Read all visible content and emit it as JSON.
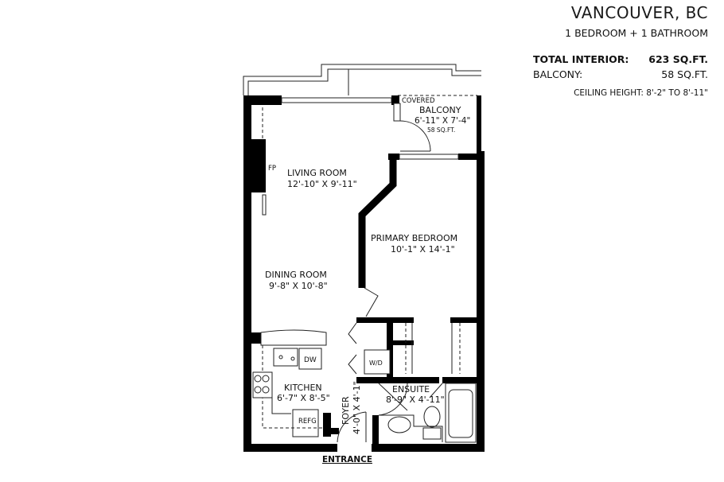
{
  "header": {
    "city": "VANCOUVER, BC",
    "unit_type": "1 BEDROOM + 1 BATHROOM",
    "total_interior_label": "TOTAL INTERIOR:",
    "total_interior_value": "623 SQ.FT.",
    "balcony_label": "BALCONY:",
    "balcony_value": "58 SQ.FT.",
    "ceiling_height": "CEILING HEIGHT: 8'-2\" TO 8'-11\""
  },
  "rooms": {
    "balcony": {
      "note": "COVERED",
      "name": "BALCONY",
      "dims": "6'-11\" X 7'-4\"",
      "area": "58 SQ.FT."
    },
    "living": {
      "name": "LIVING ROOM",
      "dims": "12'-10\" X 9'-11\""
    },
    "fireplace": {
      "name": "FP"
    },
    "bedroom": {
      "name": "PRIMARY BEDROOM",
      "dims": "10'-1\" X 14'-1\""
    },
    "dining": {
      "name": "DINING ROOM",
      "dims": "9'-8\" X 10'-8\""
    },
    "kitchen": {
      "name": "KITCHEN",
      "dims": "6'-7\" X 8'-5\""
    },
    "foyer": {
      "name": "FOYER",
      "dims": "4'-0\" X 4'-1\""
    },
    "ensuite": {
      "name": "ENSUITE",
      "dims": "8'-9\" X 4'-11\""
    }
  },
  "appliances": {
    "dishwasher": "DW",
    "washer_dryer": "W/D",
    "refrigerator": "REFG"
  },
  "entrance_label": "ENTRANCE"
}
